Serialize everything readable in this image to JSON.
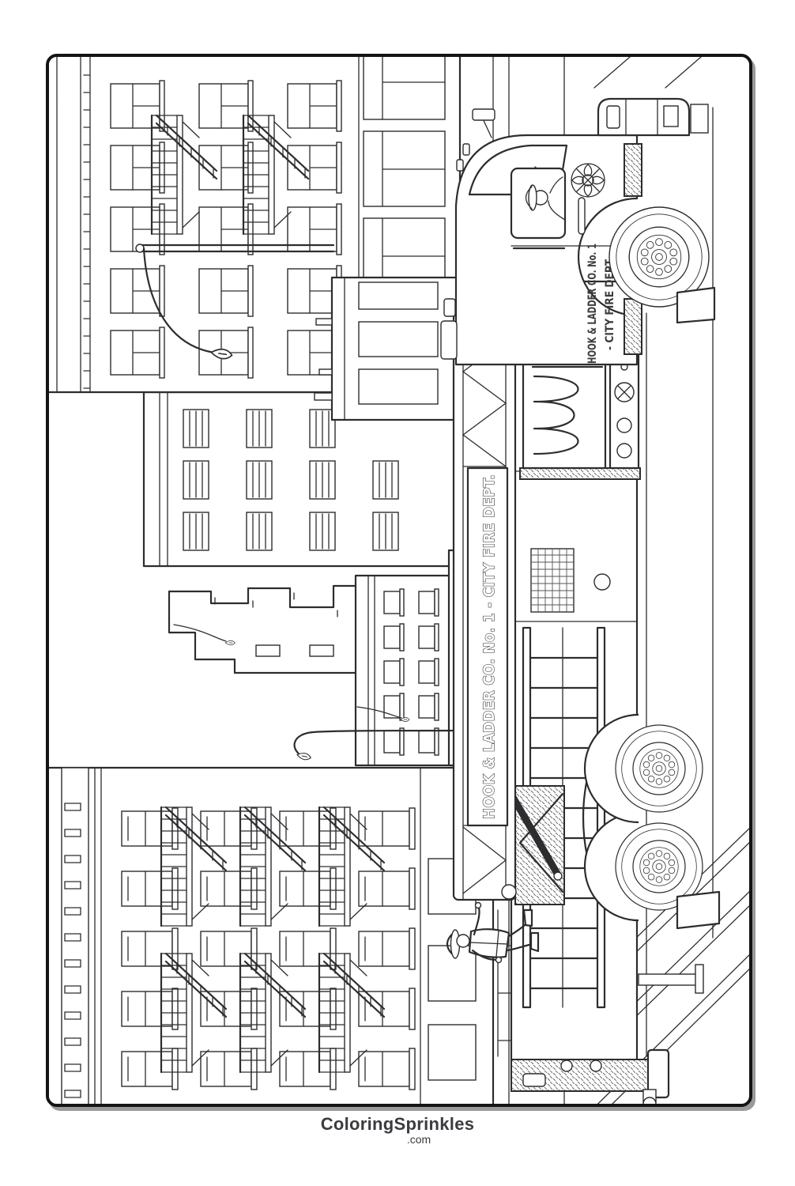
{
  "footer": {
    "brand": "ColoringSprinkles",
    "domain": ".com"
  },
  "artwork": {
    "ladder_label": "HOOK & LADDER CO. No. 1 - CITY FIRE DEPT.",
    "cab_label_line1": "HOOK & LADDER CO. No. 1",
    "cab_label_line2": "- CITY FIRE DEPT."
  },
  "colors": {
    "line": "#2d2d30",
    "paper": "#ffffff",
    "footer_text": "#3b3b40",
    "frame_border": "#141414"
  }
}
